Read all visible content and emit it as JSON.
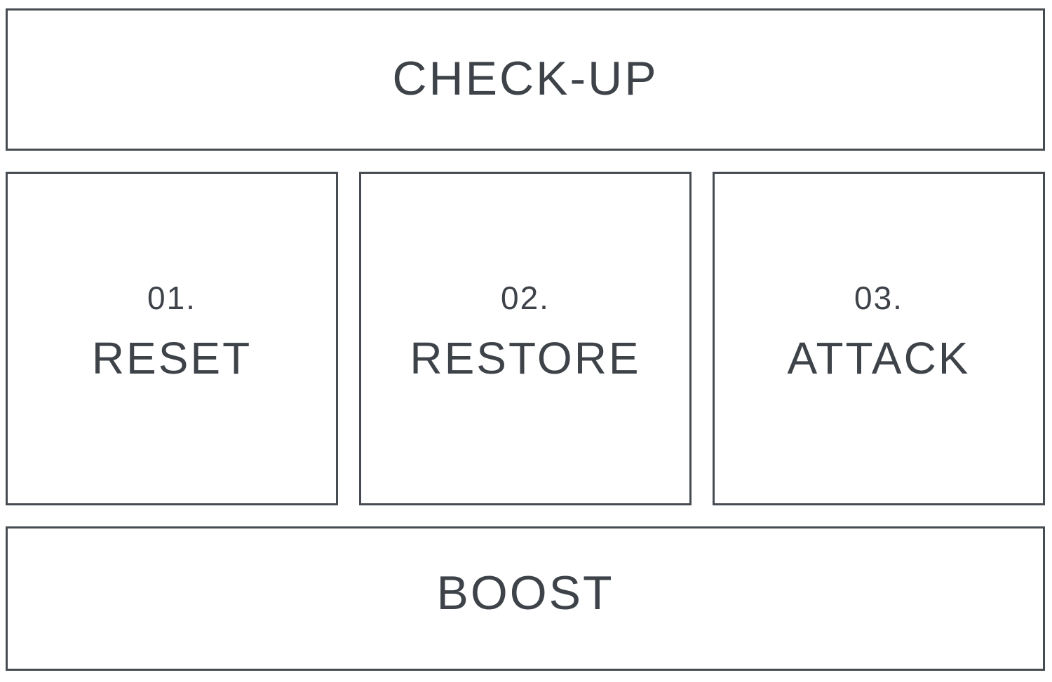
{
  "palette": {
    "background": "#ffffff",
    "border": "#474c52",
    "text": "#3e4349"
  },
  "header": {
    "title": "CHECK-UP"
  },
  "steps": [
    {
      "number": "01.",
      "label": "RESET"
    },
    {
      "number": "02.",
      "label": "RESTORE"
    },
    {
      "number": "03.",
      "label": "ATTACK"
    }
  ],
  "footer": {
    "title": "BOOST"
  }
}
